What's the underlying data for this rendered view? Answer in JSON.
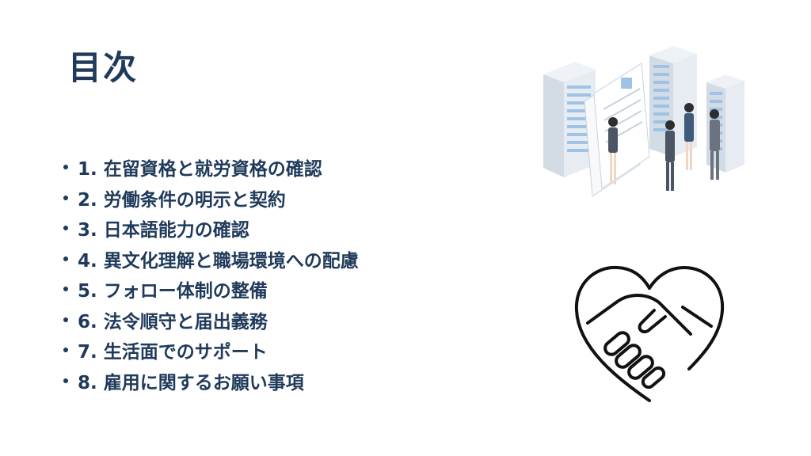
{
  "slide": {
    "title": "目次",
    "items": [
      "1. 在留資格と就労資格の確認",
      "2. 労働条件の明示と契約",
      "3. 日本語能力の確認",
      "4. 異文化理解と職場環境への配慮",
      "5. フォロー体制の整備",
      "6. 法令順守と届出義務",
      "7. 生活面でのサポート",
      "8. 雇用に関するお願い事項"
    ]
  },
  "illustrations": {
    "office": "office-buildings-people-illustration",
    "handshake": "heart-handshake-icon"
  },
  "colors": {
    "text": "#1f3a5a",
    "building": "#d9e2ec",
    "window": "#9ec3e6"
  }
}
